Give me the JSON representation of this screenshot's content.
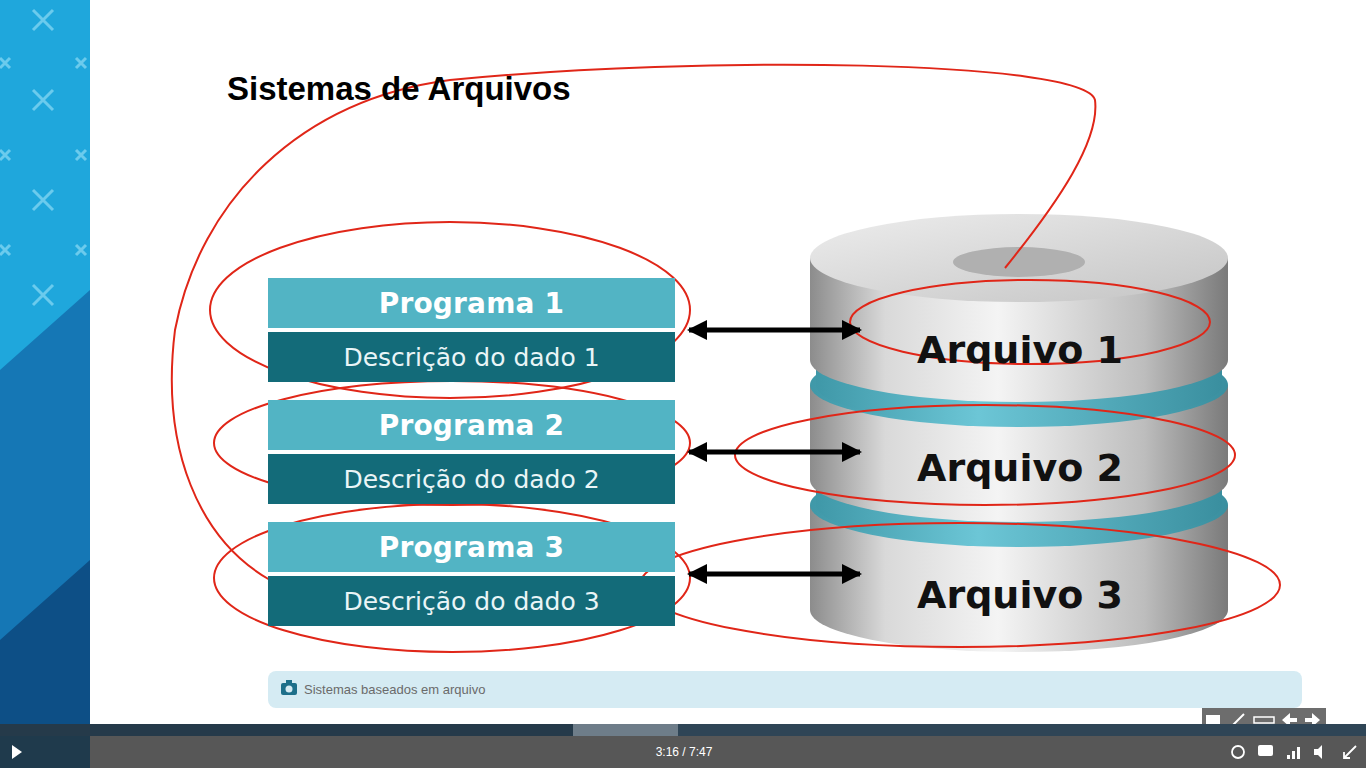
{
  "diagram": {
    "title": "Sistemas de Arquivos",
    "caption": "Sistemas baseados em arquivo",
    "nodes": [
      {
        "text": [
          "Programa 1",
          "Descrição do dado 1"
        ]
      },
      {
        "text": [
          "Arquivo 1"
        ]
      },
      {
        "text": [
          "Programa 2",
          "Descrição do dado 2"
        ]
      },
      {
        "text": [
          "Arquivo 2"
        ]
      },
      {
        "text": [
          "Programa 3",
          "Descrição do dado 3"
        ]
      },
      {
        "text": [
          "Arquivo 3"
        ]
      }
    ],
    "edges": [
      {
        "from": 0,
        "to": 1,
        "arrow": "both"
      },
      {
        "from": 2,
        "to": 3,
        "arrow": "both"
      },
      {
        "from": 4,
        "to": 5,
        "arrow": "both"
      }
    ],
    "labels": [
      "3:16 / 7:47"
    ]
  }
}
